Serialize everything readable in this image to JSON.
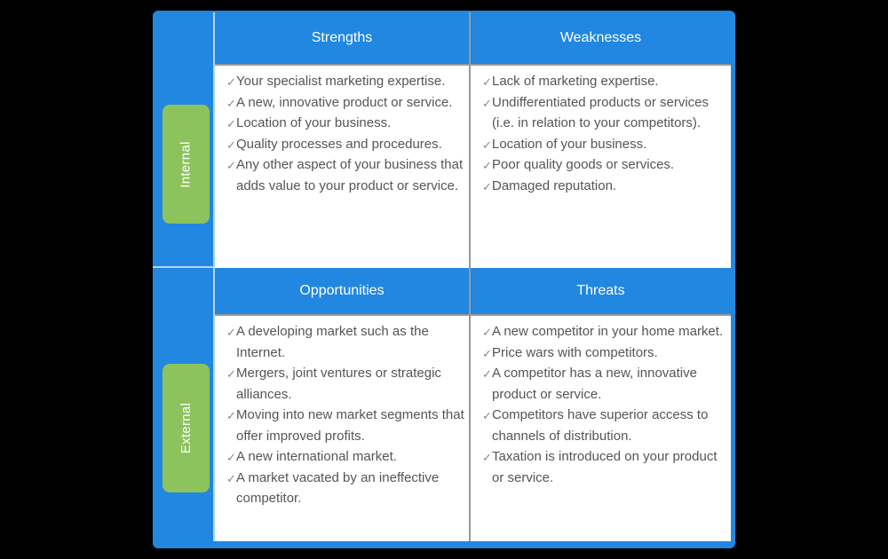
{
  "diagram": {
    "type": "swot-matrix",
    "row_groups": [
      {
        "label": "Internal"
      },
      {
        "label": "External"
      }
    ],
    "quadrants": [
      {
        "id": "strengths",
        "title": "Strengths",
        "items": [
          "Your specialist marketing expertise.",
          "A new, innovative product or service.",
          "Location of your business.",
          "Quality processes and procedures.",
          "Any other aspect of your business that adds value to your product or service."
        ]
      },
      {
        "id": "weaknesses",
        "title": "Weaknesses",
        "items": [
          "Lack of marketing expertise.",
          "Undifferentiated products or services (i.e. in relation to your competitors).",
          "Location of your business.",
          "Poor quality goods or services.",
          "Damaged reputation."
        ]
      },
      {
        "id": "opportunities",
        "title": "Opportunities",
        "items": [
          "A developing market such as the Internet.",
          "Mergers, joint ventures or strategic alliances.",
          "Moving into new market segments that offer improved profits.",
          "A new international market.",
          "A market vacated by an ineffective competitor."
        ]
      },
      {
        "id": "threats",
        "title": "Threats",
        "items": [
          "A new competitor in your home market.",
          "Price wars with competitors.",
          "A competitor has a new, innovative product or service.",
          "Competitors have superior access to channels of distribution.",
          "Taxation is introduced on your product or service."
        ]
      }
    ]
  },
  "icons": {
    "check": "✓"
  },
  "colors": {
    "canvas_background": "#000000",
    "panel_blue": "#2187e0",
    "label_green": "#8dc35d",
    "divider_gray": "#999999",
    "divider_light": "rgba(255,255,255,0.65)",
    "body_text": "#555555",
    "check_mark": "#8a8a8a",
    "header_text": "#ffffff",
    "cell_background": "#ffffff"
  }
}
